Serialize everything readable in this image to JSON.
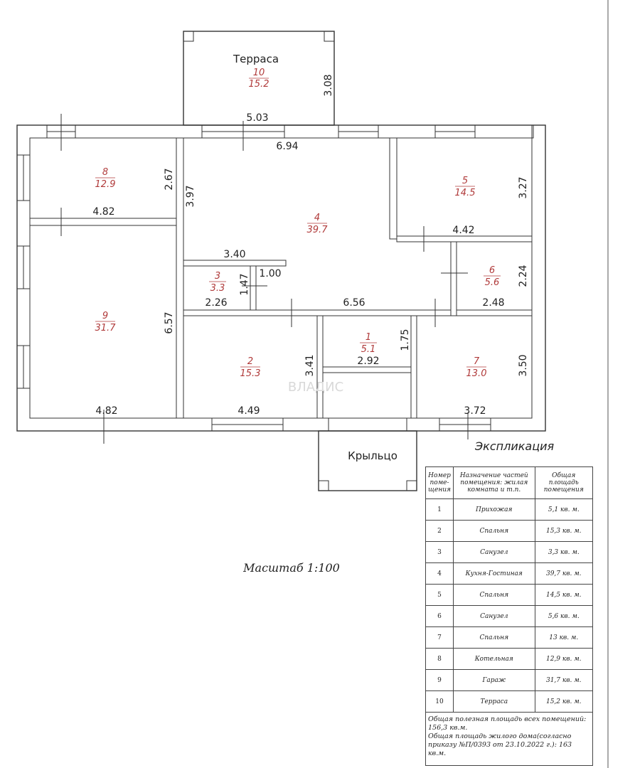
{
  "scale_label": "Масштаб 1:100",
  "watermark": "ВЛАДИС",
  "outdoor": {
    "terrace": "Терраса",
    "porch": "Крыльцо"
  },
  "rooms": [
    {
      "no": "10",
      "area": "15.2"
    },
    {
      "no": "8",
      "area": "12.9"
    },
    {
      "no": "4",
      "area": "39.7"
    },
    {
      "no": "5",
      "area": "14.5"
    },
    {
      "no": "3",
      "area": "3.3"
    },
    {
      "no": "6",
      "area": "5.6"
    },
    {
      "no": "9",
      "area": "31.7"
    },
    {
      "no": "2",
      "area": "15.3"
    },
    {
      "no": "1",
      "area": "5.1"
    },
    {
      "no": "7",
      "area": "13.0"
    }
  ],
  "dimensions": [
    "3.08",
    "5.03",
    "6.94",
    "2.67",
    "3.97",
    "4.82",
    "3.27",
    "4.42",
    "3.40",
    "1.47",
    "1.00",
    "2.26",
    "6.56",
    "2.24",
    "2.48",
    "6.57",
    "1.75",
    "2.92",
    "3.41",
    "3.50",
    "4.82",
    "4.49",
    "3.72"
  ],
  "explication": {
    "title": "Экспликация",
    "headers": [
      "Номер поме-щения",
      "Назначение частей помещения: жилая комната и т.п.",
      "Общая площадь помещения"
    ],
    "rows": [
      {
        "no": "1",
        "name": "Прихожая",
        "area": "5,1 кв. м."
      },
      {
        "no": "2",
        "name": "Спальня",
        "area": "15,3 кв. м."
      },
      {
        "no": "3",
        "name": "Санузел",
        "area": "3,3 кв. м."
      },
      {
        "no": "4",
        "name": "Кухня-Гостиная",
        "area": "39,7 кв. м."
      },
      {
        "no": "5",
        "name": "Спальня",
        "area": "14,5 кв. м."
      },
      {
        "no": "6",
        "name": "Санузел",
        "area": "5,6 кв. м."
      },
      {
        "no": "7",
        "name": "Спальня",
        "area": "13 кв. м."
      },
      {
        "no": "8",
        "name": "Котельная",
        "area": "12,9 кв. м."
      },
      {
        "no": "9",
        "name": "Гараж",
        "area": "31,7 кв. м."
      },
      {
        "no": "10",
        "name": "Терраса",
        "area": "15,2 кв. м."
      }
    ],
    "summary_line1": "Общая полезная площадь всех помещений: 156,3 кв.м.",
    "summary_line2": "Общая площадь жилого дома(согласно приказу №П/0393 от 23.10.2022 г.): 163 кв.м."
  }
}
